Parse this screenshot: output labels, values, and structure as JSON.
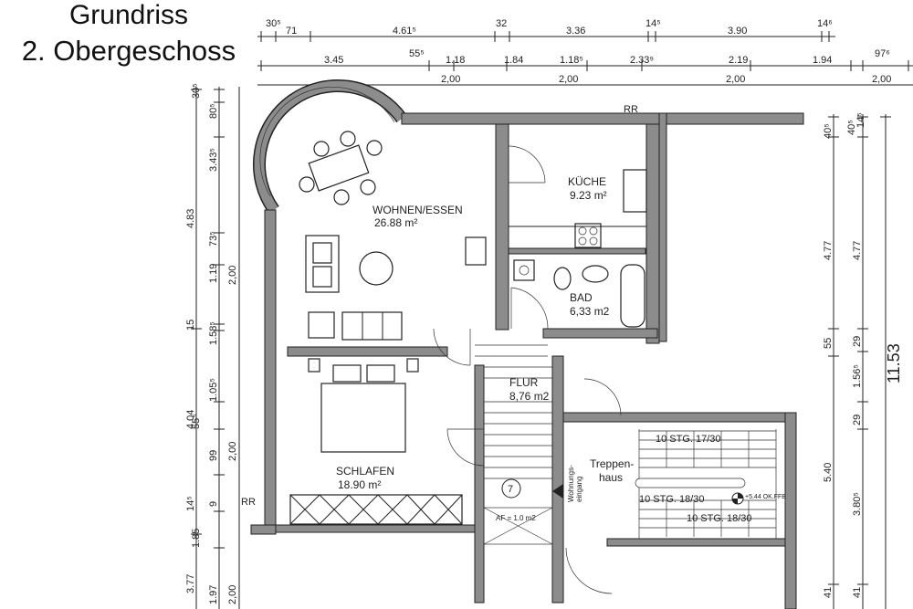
{
  "title": {
    "line1": "Grundriss",
    "line2": "2. Obergeschoss"
  },
  "dims_top_row1": [
    "30⁵",
    "71",
    "4.61⁵",
    "32",
    "3.36",
    "14⁵",
    "3.90",
    "14⁶"
  ],
  "dims_top_row2": [
    "3.45",
    "55⁵",
    "1.18",
    "1.84",
    "1.18⁵",
    "2.33⁹",
    "2.19",
    "1.94",
    "97⁶"
  ],
  "dims_top_row3": [
    "2,00",
    "2,00",
    "2,00",
    "2,00"
  ],
  "dims_left_outer": [
    "4.83",
    "4.04",
    "3.77"
  ],
  "dims_left_inner": [
    "30⁵",
    "80⁵",
    "3.43⁵",
    "73⁵",
    "1.19",
    "2,00",
    "15",
    "1.58⁵",
    "1.05⁵",
    "55⁵",
    "99",
    "2,00",
    "14⁵",
    "9",
    "1.85",
    "1.97",
    "2,00"
  ],
  "dims_right": [
    "40⁵",
    "40⁵",
    "14⁵",
    "4.77",
    "4.77",
    "55",
    "29",
    "1.56⁵",
    "29",
    "5.40",
    "3.80⁵",
    "41",
    "41",
    "11.53"
  ],
  "rooms": {
    "wohnen": {
      "name": "WOHNEN/ESSEN",
      "area": "26.88 m²"
    },
    "kueche": {
      "name": "KÜCHE",
      "area": "9.23 m²"
    },
    "bad": {
      "name": "BAD",
      "area": "6,33 m2"
    },
    "flur": {
      "name": "FLUR",
      "area": "8,76 m2"
    },
    "schlafen": {
      "name": "SCHLAFEN",
      "area": "18.90 m²"
    },
    "treppenhaus": {
      "line1": "Treppen-",
      "line2": "haus"
    }
  },
  "labels": {
    "rr1": "RR",
    "rr2": "RR",
    "entrance": "Wohnungs-\neingang",
    "entrance_l1": "Wohnungs-",
    "entrance_l2": "eingang",
    "stair1": "10 STG. 17/30",
    "stair2": "10 STG. 18/30",
    "stair3": "10 STG. 18/30",
    "level": "+5.44 OK.FFB",
    "circle": "7",
    "af": "AF = 1.0 m2"
  },
  "colors": {
    "wall": "#8c8c8c",
    "line": "#222222"
  }
}
